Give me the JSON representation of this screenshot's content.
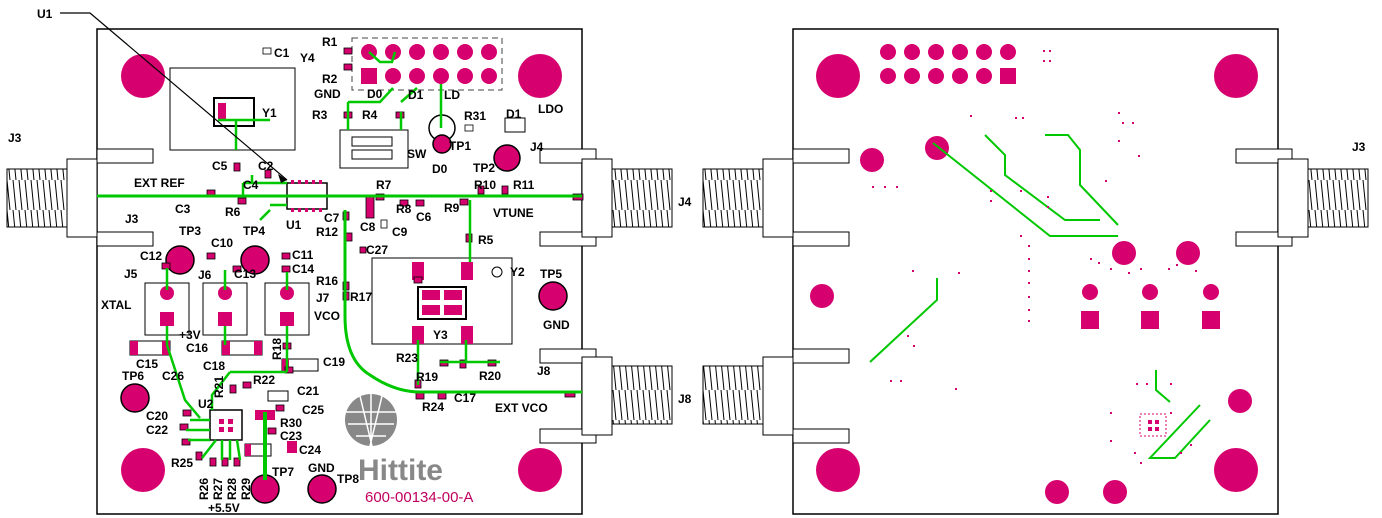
{
  "colors": {
    "pad": "#d6006e",
    "trace": "#00c800",
    "board": "#000000",
    "logo": "#888888"
  },
  "labels": {
    "u1": "U1",
    "c1": "C1",
    "r1": "R1",
    "y4": "Y4",
    "r2": "R2",
    "gnd_top": "GND",
    "d0": "D0",
    "d1": "D1",
    "ld": "LD",
    "ldo": "LDO",
    "y1": "Y1",
    "r3": "R3",
    "r4": "R4",
    "r31": "R31",
    "d1b": "D1",
    "j3_left": "J3",
    "sw": "SW",
    "tp1": "TP1",
    "j4": "J4",
    "c5": "C5",
    "c2": "C2",
    "d0b": "D0",
    "tp2": "TP2",
    "ext_ref": "EXT REF",
    "c4": "C4",
    "r7": "R7",
    "r10": "R10",
    "r11": "R11",
    "c3": "C3",
    "r6": "R6",
    "r8": "R8",
    "c6": "C6",
    "r9": "R9",
    "vtune": "VTUNE",
    "j3_mid": "J3",
    "u1b": "U1",
    "c7": "C7",
    "c8": "C8",
    "c9": "C9",
    "r12": "R12",
    "r5": "R5",
    "tp3": "TP3",
    "c10": "C10",
    "tp4": "TP4",
    "c27": "C27",
    "c12": "C12",
    "c11": "C11",
    "c14": "C14",
    "y2": "Y2",
    "tp5": "TP5",
    "j5": "J5",
    "j6": "J6",
    "c13": "C13",
    "r16": "R16",
    "j7": "J7",
    "r17": "R17",
    "xtal": "XTAL",
    "vco": "VCO",
    "gnd_mid": "GND",
    "y3": "Y3",
    "p3v": "+3V",
    "c16": "C16",
    "r18": "R18",
    "c15": "C15",
    "c19": "C19",
    "r23": "R23",
    "c26": "C26",
    "c18": "C18",
    "r21": "R21",
    "r22": "R22",
    "j8": "J8",
    "r19": "R19",
    "r20": "R20",
    "tp6": "TP6",
    "c21": "C21",
    "u2": "U2",
    "r24": "R24",
    "c17": "C17",
    "ext_vco": "EXT VCO",
    "c20": "C20",
    "c25": "C25",
    "c22": "C22",
    "r30": "R30",
    "c23": "C23",
    "c24": "C24",
    "r25": "R25",
    "gnd_bot": "GND",
    "r26": "R26",
    "r27": "R27",
    "r28": "R28",
    "r29": "R29",
    "tp7": "TP7",
    "tp8": "TP8",
    "p55v": "+5.5V",
    "j4_right": "J4",
    "j8_right": "J8",
    "j3_right": "J3"
  },
  "logo": {
    "brand": "Hittite",
    "part_number": "600-00134-00-A"
  }
}
